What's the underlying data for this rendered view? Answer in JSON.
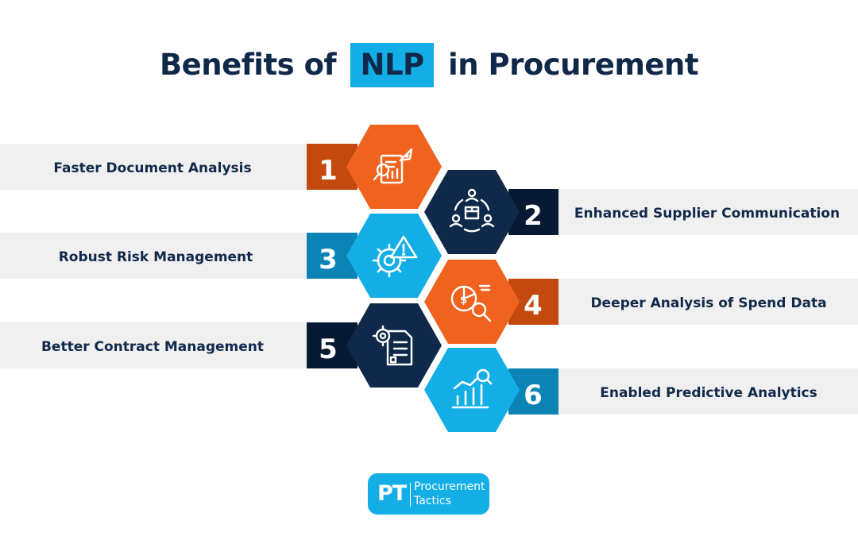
{
  "title": {
    "prefix": "Benefits of",
    "highlight": "NLP",
    "suffix": "in Procurement"
  },
  "benefits": [
    {
      "number": "1",
      "label": "Faster Document Analysis",
      "icon": "report-rocket-icon",
      "color": "#f0631f",
      "dark": "#c4490f"
    },
    {
      "number": "2",
      "label": "Enhanced Supplier Communication",
      "icon": "supplier-network-icon",
      "color": "#10294a",
      "dark": "#081a33"
    },
    {
      "number": "3",
      "label": "Robust Risk Management",
      "icon": "gear-warning-icon",
      "color": "#14aee6",
      "dark": "#0b83b4"
    },
    {
      "number": "4",
      "label": "Deeper Analysis of Spend Data",
      "icon": "spend-chart-magnifier-icon",
      "color": "#f0631f",
      "dark": "#c4490f"
    },
    {
      "number": "5",
      "label": "Better Contract Management",
      "icon": "contract-gear-icon",
      "color": "#10294a",
      "dark": "#081a33"
    },
    {
      "number": "6",
      "label": "Enabled Predictive Analytics",
      "icon": "predictive-chart-icon",
      "color": "#14aee6",
      "dark": "#0b83b4"
    }
  ],
  "logo": {
    "mark": "PT",
    "name_line1": "Procurement",
    "name_line2": "Tactics"
  }
}
